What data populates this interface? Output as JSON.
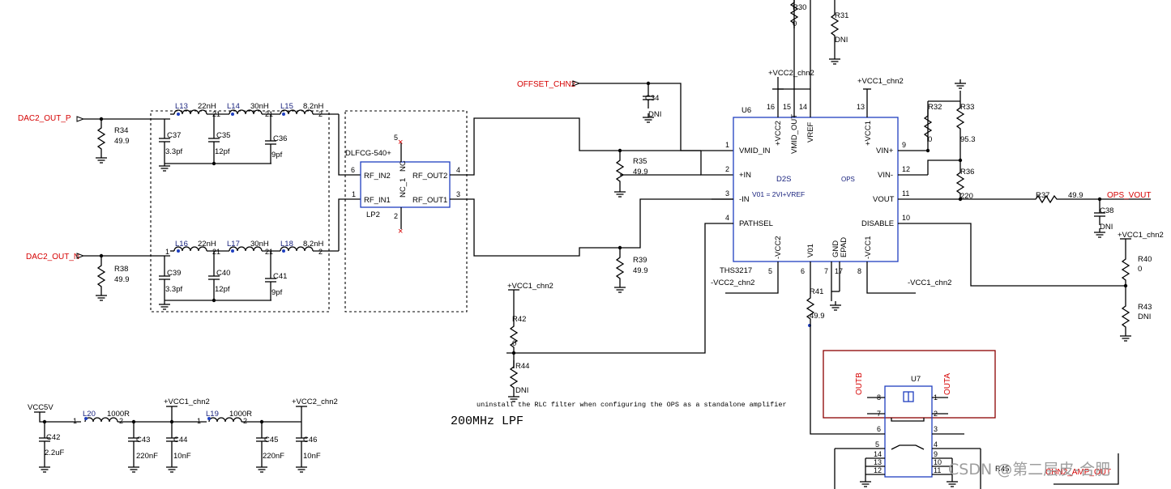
{
  "nets": {
    "dac2_out_p": "DAC2_OUT_P",
    "dac2_out_n": "DAC2_OUT_N",
    "offset_chn2": "OFFSET_CHN2",
    "ops_vout": "OPS_VOUT",
    "chn2_amp_out": "CHN2_AMP_OUT",
    "vcc5v": "VCC5V",
    "p_vcc1": "+VCC1_chn2",
    "p_vcc2": "+VCC2_chn2",
    "m_vcc1": "-VCC1_chn2",
    "m_vcc2": "-VCC2_chn2"
  },
  "filter": {
    "inductors": [
      {
        "ref": "L13",
        "val": "22nH"
      },
      {
        "ref": "L14",
        "val": "30nH"
      },
      {
        "ref": "L15",
        "val": "8.2nH"
      },
      {
        "ref": "L16",
        "val": "22nH"
      },
      {
        "ref": "L17",
        "val": "30nH"
      },
      {
        "ref": "L18",
        "val": "8.2nH"
      }
    ],
    "caps": [
      {
        "ref": "C37",
        "val": "3.3pf"
      },
      {
        "ref": "C35",
        "val": "12pf"
      },
      {
        "ref": "C36",
        "val": "9pf"
      },
      {
        "ref": "C39",
        "val": "3.3pf"
      },
      {
        "ref": "C40",
        "val": "12pf"
      },
      {
        "ref": "C41",
        "val": "9pf"
      }
    ],
    "label": "200MHz LPF"
  },
  "balun": {
    "part": "DLFCG-540+",
    "ref": "LP2",
    "pins": {
      "rf_in2": "RF_IN2",
      "rf_in1": "RF_IN1",
      "rf_out2": "RF_OUT2",
      "rf_out1": "RF_OUT1",
      "nc1": "NC_1",
      "nc": "NC"
    }
  },
  "resistors": [
    {
      "ref": "R34",
      "val": "49.9"
    },
    {
      "ref": "R38",
      "val": "49.9"
    },
    {
      "ref": "R35",
      "val": "49.9"
    },
    {
      "ref": "R39",
      "val": "49.9"
    },
    {
      "ref": "R30",
      "val": "0"
    },
    {
      "ref": "R31",
      "val": "DNI"
    },
    {
      "ref": "R32",
      "val": "0"
    },
    {
      "ref": "R33",
      "val": "95.3"
    },
    {
      "ref": "R36",
      "val": "220"
    },
    {
      "ref": "R37",
      "val": "49.9"
    },
    {
      "ref": "R40",
      "val": "0"
    },
    {
      "ref": "R43",
      "val": "DNI"
    },
    {
      "ref": "R41",
      "val": "49.9"
    },
    {
      "ref": "R42",
      "val": "0"
    },
    {
      "ref": "R44",
      "val": "DNI"
    },
    {
      "ref": "R45",
      "val": ""
    }
  ],
  "c34": {
    "ref": "C34",
    "val": "DNI"
  },
  "c38": {
    "ref": "C38",
    "val": "DNI"
  },
  "u6": {
    "ref": "U6",
    "part": "THS3217",
    "d2s": "D2S",
    "ops": "OPS",
    "formula": "V01 = 2VI+VREF",
    "pins": {
      "vmid_in": "VMID_IN",
      "pin_p": "+IN",
      "pin_m": "-IN",
      "pathsel": "PATHSEL",
      "vcc2p": "+VCC2",
      "vmid_out": "VMID_OUT",
      "vref": "VREF",
      "vcc1p": "+VCC1",
      "vinp": "VIN+",
      "vinm": "VIN-",
      "vout": "VOUT",
      "disable": "DISABLE",
      "vcc2m": "-VCC2",
      "v01": "V01",
      "gnd": "GND",
      "epad": "EPAD",
      "vcc1m": "-VCC1"
    }
  },
  "u7": {
    "ref": "U7",
    "outb": "OUTB",
    "outa": "OUTA"
  },
  "note": "uninstall the RLC filter when configuring the OPS as a standalone amplifier",
  "supply": {
    "l19": {
      "ref": "L19",
      "val": "1000R"
    },
    "l20": {
      "ref": "L20",
      "val": "1000R"
    },
    "caps": [
      {
        "ref": "C42",
        "val": "2.2uF"
      },
      {
        "ref": "C43",
        "val": "220nF"
      },
      {
        "ref": "C44",
        "val": "10nF"
      },
      {
        "ref": "C45",
        "val": "220nF"
      },
      {
        "ref": "C46",
        "val": "10nF"
      }
    ]
  },
  "watermark": "CSDN @第二层皮-合肥"
}
